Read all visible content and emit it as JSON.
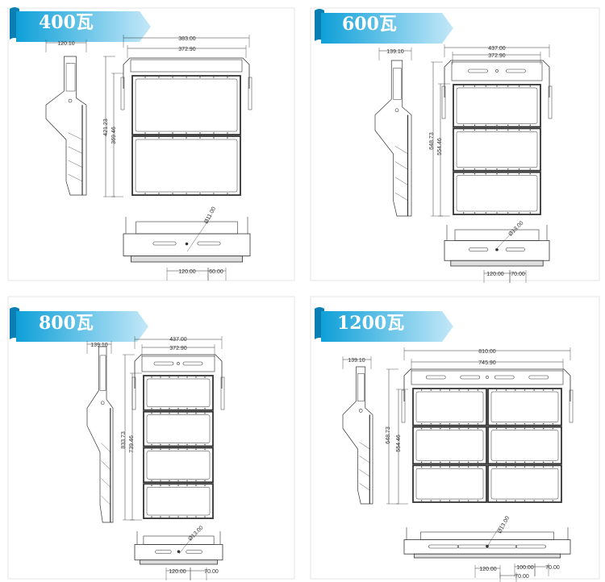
{
  "colors": {
    "banner_start": "#0ea0d8",
    "banner_end": "#c4e8f8",
    "banner_curl": "#0b7fb3",
    "line": "#333333"
  },
  "panels": [
    {
      "id": "400w",
      "title": "400瓦",
      "side_width": "120.10",
      "overall_width": "383.00",
      "inner_width": "372.90",
      "overall_height": "421.23",
      "inner_height": "369.46",
      "hole": "Ø11.00",
      "bottom_dims": [
        "120.00",
        "60.00"
      ],
      "modules": {
        "cols": 1,
        "rows": 2
      }
    },
    {
      "id": "600w",
      "title": "600瓦",
      "side_width": "139.10",
      "overall_width": "437.00",
      "inner_width": "372.90",
      "overall_height": "648.73",
      "inner_height": "554.46",
      "hole": "Ø13.00",
      "bottom_dims": [
        "120.00",
        "70.00"
      ],
      "modules": {
        "cols": 1,
        "rows": 3
      }
    },
    {
      "id": "800w",
      "title": "800瓦",
      "side_width": "139.10",
      "overall_width": "437.00",
      "inner_width": "372.90",
      "overall_height": "833.73",
      "inner_height": "739.46",
      "hole": "Ø13.00",
      "bottom_dims": [
        "120.00",
        "70.00"
      ],
      "modules": {
        "cols": 1,
        "rows": 4
      }
    },
    {
      "id": "1200w",
      "title": "1200瓦",
      "side_width": "139.10",
      "overall_width": "810.00",
      "inner_width": "745.90",
      "overall_height": "648.73",
      "inner_height": "554.46",
      "hole": "Ø13.00",
      "bottom_dims": [
        "120.00",
        "100.00",
        "70.00",
        "70.00"
      ],
      "modules": {
        "cols": 2,
        "rows": 3
      }
    }
  ]
}
